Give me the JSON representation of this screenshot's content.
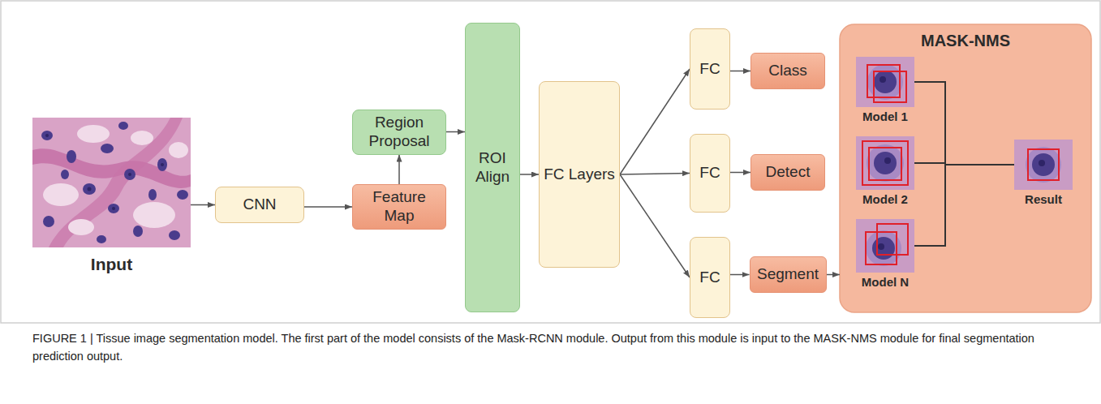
{
  "diagram": {
    "caption": "FIGURE 1 | Tissue image segmentation model. The first part of the model consists of the Mask-RCNN module. Output from this module is input to the MASK-NMS module for final segmentation prediction output.",
    "nodes": [
      {
        "text": [
          "Input"
        ]
      },
      {
        "text": [
          "CNN"
        ]
      },
      {
        "text": [
          "Region Proposal"
        ]
      },
      {
        "text": [
          "Feature Map"
        ]
      },
      {
        "text": [
          "ROI Align"
        ]
      },
      {
        "text": [
          "FC Layers"
        ]
      },
      {
        "text": [
          "FC"
        ]
      },
      {
        "text": [
          "Class"
        ]
      },
      {
        "text": [
          "FC"
        ]
      },
      {
        "text": [
          "Detect"
        ]
      },
      {
        "text": [
          "FC"
        ]
      },
      {
        "text": [
          "Segment"
        ]
      },
      {
        "text": [
          "MASK-NMS"
        ]
      },
      {
        "text": [
          "Model 1"
        ],
        "in": 12
      },
      {
        "text": [
          "Model 2"
        ],
        "in": 12
      },
      {
        "text": [
          "Model N"
        ],
        "in": 12
      },
      {
        "text": [
          "Result"
        ],
        "in": 12
      }
    ],
    "edges": [
      {
        "from": 0,
        "to": 1,
        "arrow": "to"
      },
      {
        "from": 1,
        "to": 3,
        "arrow": "to"
      },
      {
        "from": 3,
        "to": 2,
        "arrow": "to"
      },
      {
        "from": 2,
        "to": 4,
        "arrow": "to"
      },
      {
        "from": 4,
        "to": 5,
        "arrow": "to"
      },
      {
        "from": 5,
        "to": 6,
        "arrow": "to"
      },
      {
        "from": 5,
        "to": 8,
        "arrow": "to"
      },
      {
        "from": 5,
        "to": 10,
        "arrow": "to"
      },
      {
        "from": 6,
        "to": 7,
        "arrow": "to"
      },
      {
        "from": 8,
        "to": 9,
        "arrow": "to"
      },
      {
        "from": 10,
        "to": 11,
        "arrow": "to"
      },
      {
        "from": 11,
        "to": 12,
        "arrow": "to"
      },
      {
        "from": 13,
        "to": 16,
        "arrow": "none"
      },
      {
        "from": 14,
        "to": 16,
        "arrow": "none"
      },
      {
        "from": 15,
        "to": 16,
        "arrow": "none"
      }
    ]
  }
}
